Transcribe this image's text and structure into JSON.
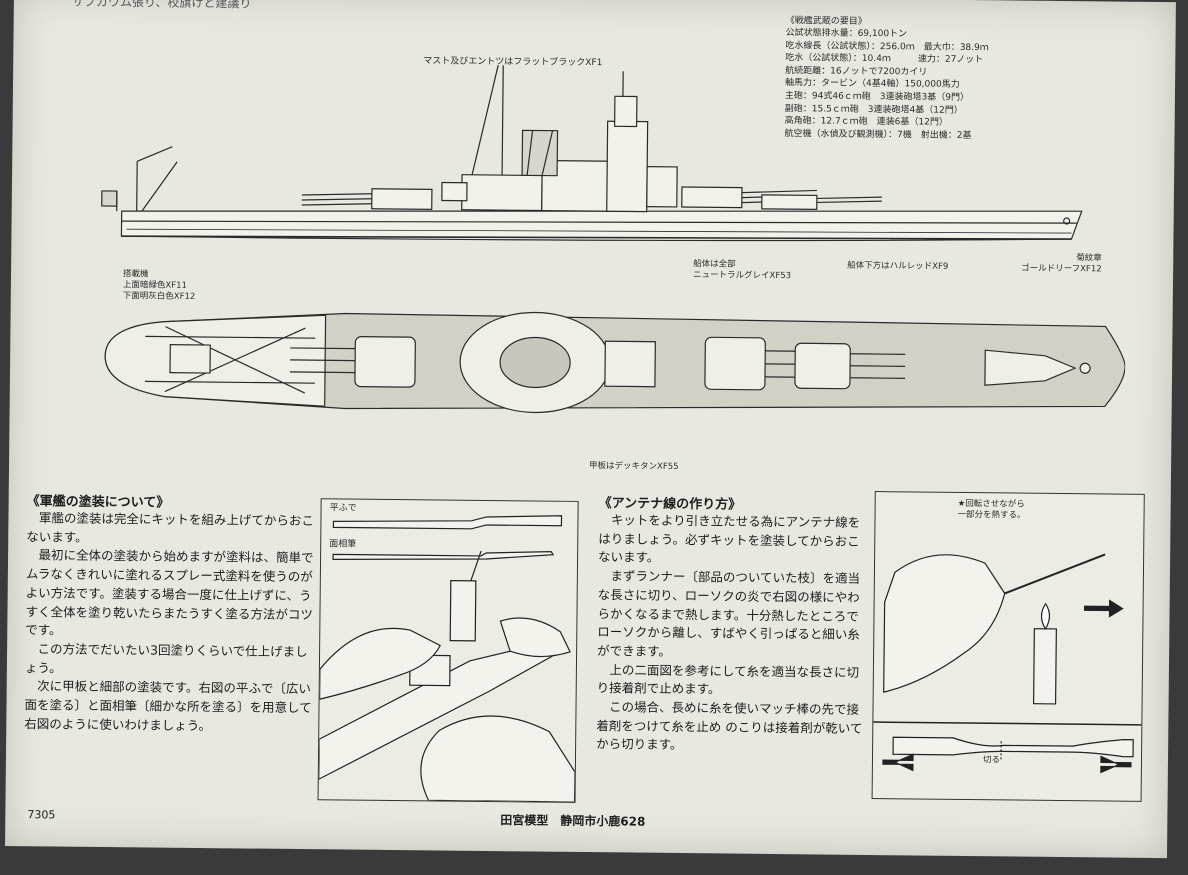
{
  "top_cut_line": "サブカウム張り、校旗けと建議り",
  "mast_note": "マスト及びエントツはフラットブラックXF1",
  "specs": {
    "title": "《戦艦武蔵の要目》",
    "lines": [
      "公試状態排水量：69,100トン",
      "吃水線長（公試状態）：256.0ｍ　最大巾：38.9ｍ",
      "吃水（公試状態）：10.4ｍ　　　速力：27ノット",
      "航続距離：16ノットで7200カイリ",
      "軸馬力：タービン（4基4軸）150,000馬力",
      "主砲：94式46ｃｍ砲　3連装砲塔3基（9門）",
      "副砲：15.5ｃｍ砲　3連装砲塔4基（12門）",
      "高角砲：12.7ｃｍ砲　連装6基（12門）",
      "航空機（水偵及び観測機）：7機　射出機：2基"
    ]
  },
  "side_labels": {
    "hull_side": "船体は全部\nニュートラルグレイXF53",
    "hull_bottom": "船体下方はハルレッドXF9",
    "bow_crest": "菊紋章\nゴールドリーフXF12",
    "aircraft": "搭載機\n上面暗緑色XF11\n下面明灰白色XF12"
  },
  "deck_label": "甲板はデッキタンXF55",
  "painting": {
    "title": "《軍艦の塗装について》",
    "paragraphs": [
      "　軍艦の塗装は完全にキットを組み上げてからおこないます。",
      "　最初に全体の塗装から始めますが塗料は、簡単でムラなくきれいに塗れるスプレー式塗料を使うのがよい方法です。塗装する場合一度に仕上げずに、うすく全体を塗り乾いたらまたうすく塗る方法がコツです。",
      "　この方法でだいたい3回塗りくらいで仕上げましょう。",
      "　次に甲板と細部の塗装です。右図の平ふで〔広い面を塗る〕と面相筆〔細かな所を塗る〕を用意して右図のように使いわけましょう。"
    ]
  },
  "brush_labels": {
    "flat": "平ふで",
    "fine": "面相筆"
  },
  "antenna": {
    "title": "《アンテナ線の作り方》",
    "paragraphs": [
      "　キットをより引き立たせる為にアンテナ線をはりましょう。必ずキットを塗装してからおこないます。",
      "　まずランナー〔部品のついていた枝〕を適当な長さに切り、ローソクの炎で右図の様にやわらかくなるまで熱します。十分熱したところでローソクから離し、すばやく引っぱると細い糸ができます。",
      "　上の二面図を参考にして糸を適当な長さに切り接着剤で止めます。",
      "　この場合、長めに糸を使いマッチ棒の先で接着剤をつけて糸を止め のこりは接着剤が乾いてから切ります。"
    ]
  },
  "candle_note": "★回転させながら\n一部分を熱する。",
  "cut_label": "切る",
  "footer": {
    "code": "7305",
    "company": "田宮模型　静岡市小鹿628"
  }
}
